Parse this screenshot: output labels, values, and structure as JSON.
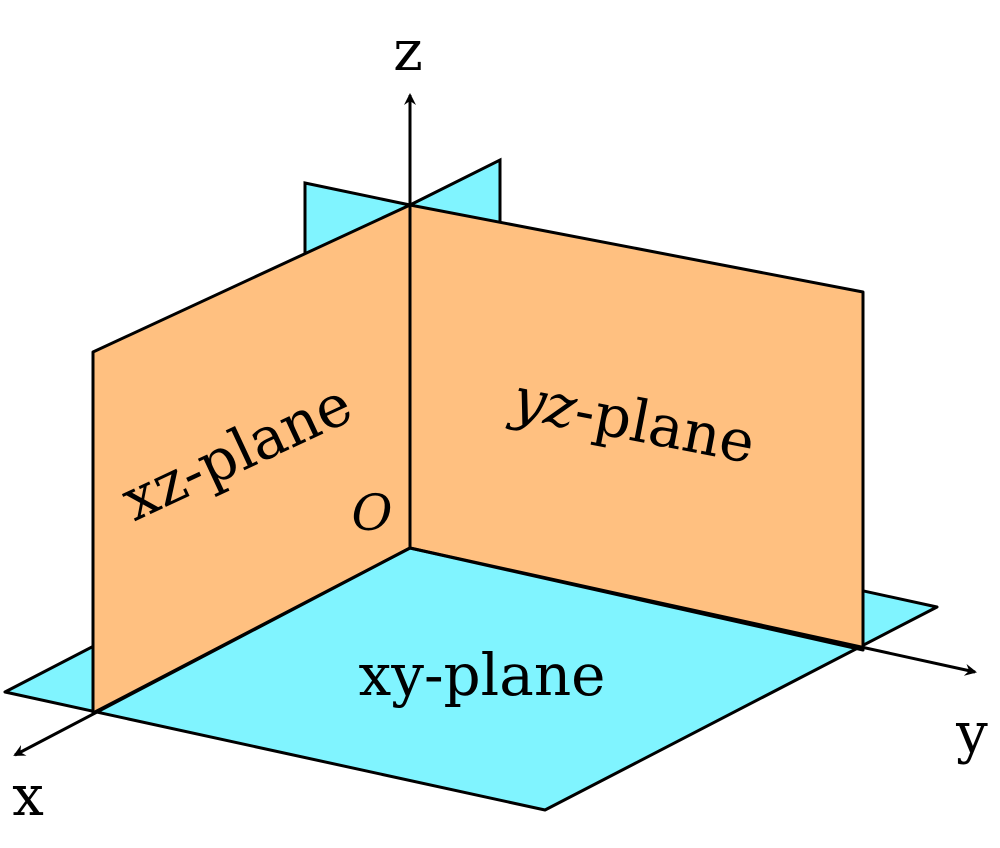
{
  "title": "Coordinate planes in 3D",
  "axes": {
    "x": "x",
    "y": "y",
    "z": "z",
    "origin": "O"
  },
  "planes": {
    "xy": {
      "label": "xy-plane",
      "color": "#80F4FF"
    },
    "xz": {
      "label": "xz-plane",
      "color": "#FFC080"
    },
    "yz": {
      "label_italic": "yz",
      "label_rest": "-plane",
      "color": "#FFC080"
    }
  },
  "colors": {
    "stroke": "#000000"
  }
}
